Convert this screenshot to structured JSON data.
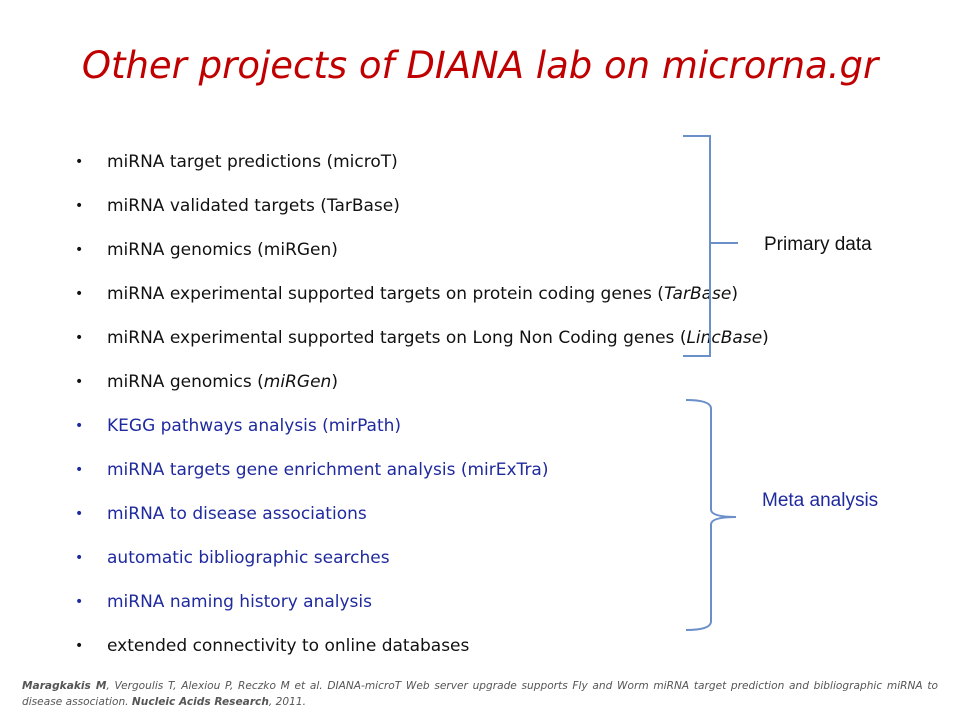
{
  "slide": {
    "title": "Other projects of DIANA lab on microrna.gr",
    "bullet_glyph": "•",
    "items": [
      {
        "pre": "miRNA target predictions (microT)",
        "italic": "",
        "post": "",
        "color": "black"
      },
      {
        "pre": "miRNA validated targets (TarBase)",
        "italic": "",
        "post": "",
        "color": "black"
      },
      {
        "pre": "miRNA genomics (miRGen)",
        "italic": "",
        "post": "",
        "color": "black"
      },
      {
        "pre": "miRNA experimental supported  targets on protein coding genes (",
        "italic": "TarBase",
        "post": ")",
        "color": "black"
      },
      {
        "pre": "miRNA experimental supported  targets on Long Non Coding genes (",
        "italic": "LincBase",
        "post": ")",
        "color": "black"
      },
      {
        "pre": "miRNA genomics (",
        "italic": "miRGen",
        "post": ")",
        "color": "black"
      },
      {
        "pre": "KEGG pathways analysis (mirPath)",
        "italic": "",
        "post": "",
        "color": "blue"
      },
      {
        "pre": "miRNA targets gene enrichment analysis (mirExTra)",
        "italic": "",
        "post": "",
        "color": "blue"
      },
      {
        "pre": "miRNA to disease associations",
        "italic": "",
        "post": "",
        "color": "blue"
      },
      {
        "pre": "automatic bibliographic searches",
        "italic": "",
        "post": "",
        "color": "blue"
      },
      {
        "pre": "miRNA naming history analysis",
        "italic": "",
        "post": "",
        "color": "blue"
      },
      {
        "pre": "extended connectivity to online databases",
        "italic": "",
        "post": "",
        "color": "black"
      }
    ],
    "primary_label": "Primary data",
    "meta_label": "Meta analysis",
    "citation": {
      "authors_bold": "Maragkakis M",
      "rest": ", Vergoulis T, Alexiou P, Reczko M et al. DIANA-microT Web server upgrade supports Fly and Worm miRNA target prediction and bibliographic miRNA to disease association. ",
      "journal": "Nucleic Acids Research",
      "year": ", 2011."
    },
    "colors": {
      "title": "#c00000",
      "text": "#111111",
      "blue_text": "#1f2a9e",
      "brace": "#6b8fc9"
    }
  }
}
